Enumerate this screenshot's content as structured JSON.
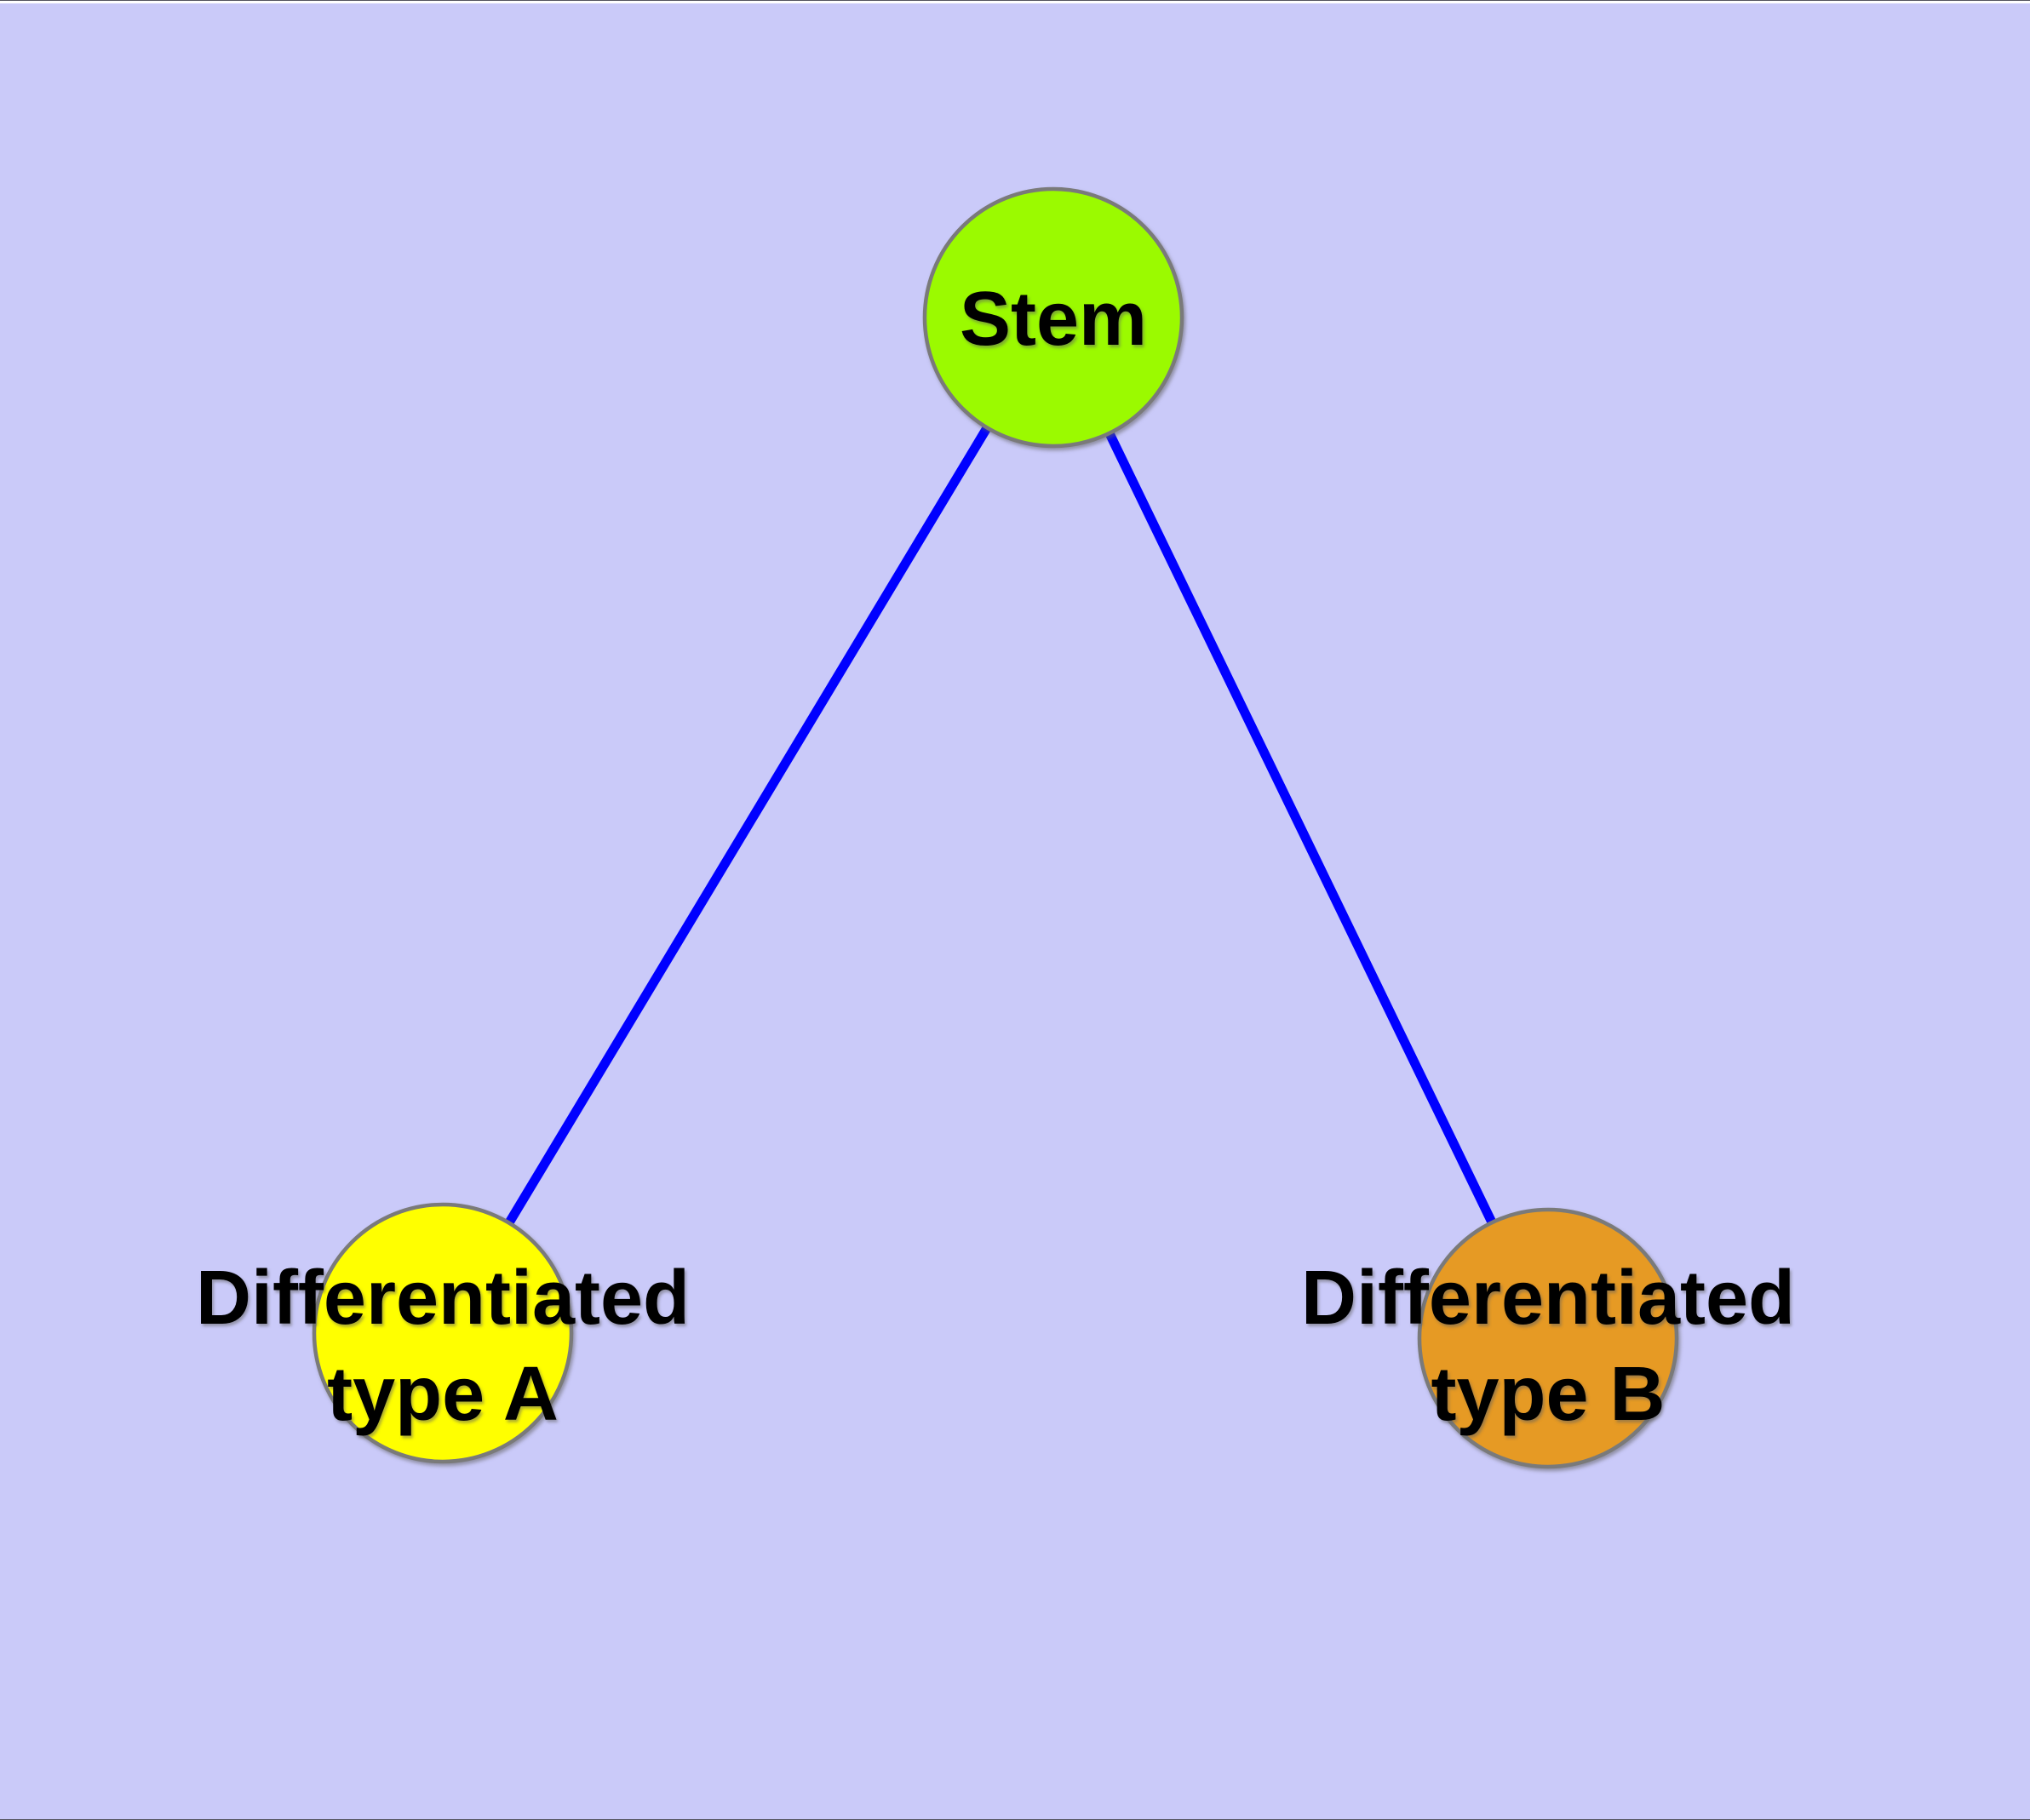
{
  "figure": {
    "type": "graph-diagram",
    "description": "Cell differentiation tree: one stem node connected to two differentiated type nodes",
    "background": "#CACAF9"
  },
  "frame": {
    "top_line_color": "#54545E",
    "top_strip_color": "#FFFFFF",
    "bottom_line_color": "#54545E"
  },
  "colors": {
    "edge": "#0000FF",
    "node_border": "#7A7A7A",
    "label_text": "#000000"
  },
  "nodes": {
    "stem": {
      "label": "Stem",
      "fill": "#9BFA00"
    },
    "type_a": {
      "label": "Differentiated type A",
      "lines": [
        "Differentiated",
        "type A"
      ],
      "fill": "#FFFF00"
    },
    "type_b": {
      "label": "Differentiated type B",
      "lines": [
        "Differentiated",
        "type B"
      ],
      "fill": "#E69A24"
    }
  },
  "edges": [
    {
      "from": "Stem",
      "to": "Differentiated type A"
    },
    {
      "from": "Stem",
      "to": "Differentiated type B"
    }
  ]
}
